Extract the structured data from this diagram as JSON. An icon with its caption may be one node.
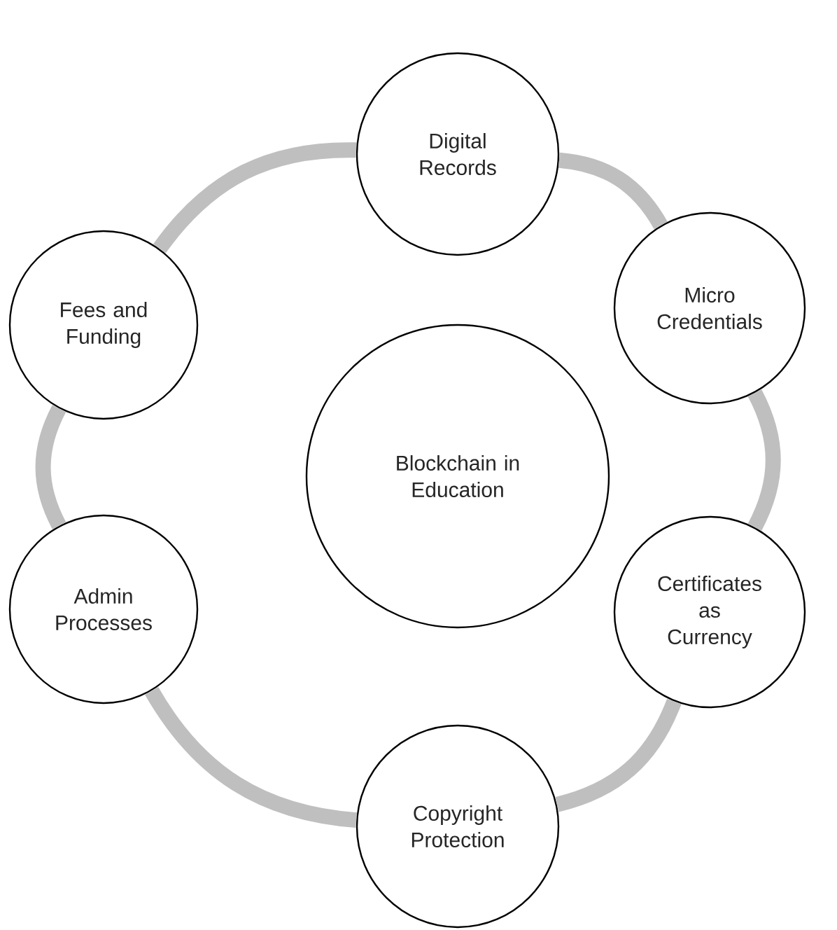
{
  "diagram": {
    "nodes": [
      {
        "text": [
          "Blockchain in Education"
        ]
      },
      {
        "text": [
          "Digital Records"
        ]
      },
      {
        "text": [
          "Micro Credentials"
        ]
      },
      {
        "text": [
          "Certificates as Currency"
        ]
      },
      {
        "text": [
          "Copyright Protection"
        ]
      },
      {
        "text": [
          "Admin Processes"
        ]
      },
      {
        "text": [
          "Fees and Funding"
        ]
      }
    ],
    "edges": [
      {
        "from": 1,
        "to": 2,
        "arrow": "none"
      },
      {
        "from": 2,
        "to": 3,
        "arrow": "none"
      },
      {
        "from": 3,
        "to": 4,
        "arrow": "none"
      },
      {
        "from": 4,
        "to": 5,
        "arrow": "none"
      },
      {
        "from": 5,
        "to": 6,
        "arrow": "none"
      },
      {
        "from": 6,
        "to": 1,
        "arrow": "none"
      }
    ]
  }
}
